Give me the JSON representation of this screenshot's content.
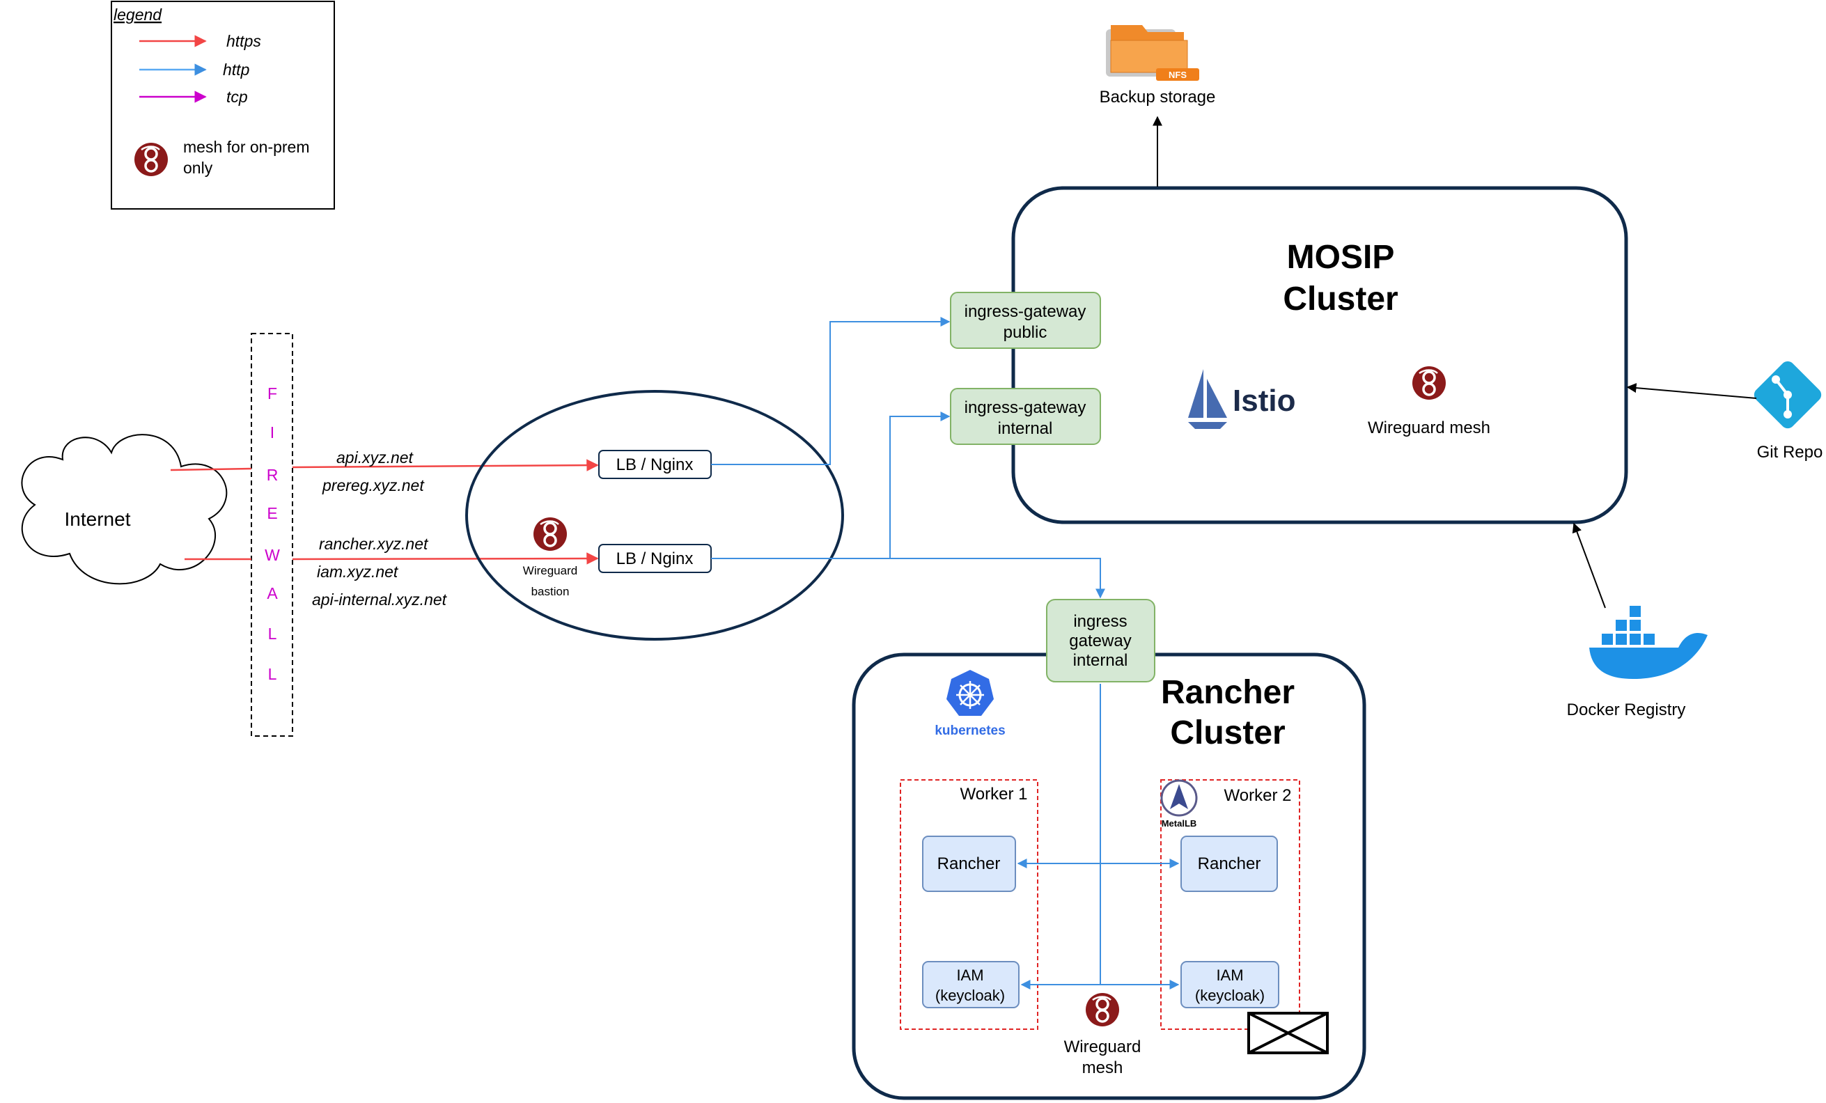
{
  "legend": {
    "title": "legend",
    "items": [
      {
        "label": "https",
        "color": "#f24545"
      },
      {
        "label": "http",
        "color": "#5aa9f2"
      },
      {
        "label": "tcp",
        "color": "#cc00cc"
      }
    ],
    "mesh_note_1": "mesh for on-prem",
    "mesh_note_2": "only"
  },
  "internet": "Internet",
  "firewall": [
    "F",
    "I",
    "R",
    "E",
    "W",
    "A",
    "L",
    "L"
  ],
  "domains_top": [
    "api.xyz.net",
    "prereg.xyz.net"
  ],
  "domains_bottom": [
    "rancher.xyz.net",
    "iam.xyz.net",
    "api-internal.xyz.net"
  ],
  "lb_label": "LB / Nginx",
  "wireguard_bastion": [
    "Wireguard",
    "bastion"
  ],
  "ingress_public": [
    "ingress-gateway",
    "public"
  ],
  "ingress_internal": [
    "ingress-gateway",
    "internal"
  ],
  "ingress_rancher": [
    "ingress",
    "gateway",
    "internal"
  ],
  "mosip": {
    "title_1": "MOSIP",
    "title_2": "Cluster",
    "istio": "Istio",
    "wireguard": "Wireguard mesh"
  },
  "backup_storage": "Backup storage",
  "nfs_badge": "NFS",
  "git_repo": "Git Repo",
  "docker_registry": "Docker Registry",
  "rancher_cluster": {
    "title_1": "Rancher",
    "title_2": "Cluster",
    "kubernetes": "kubernetes",
    "metallb": "MetalLB",
    "worker_1": "Worker 1",
    "worker_2": "Worker 2",
    "rancher": "Rancher",
    "iam_1": "IAM",
    "iam_2": "(keycloak)",
    "wireguard_1": "Wireguard",
    "wireguard_2": "mesh"
  },
  "colors": {
    "https": "#f24545",
    "http": "#5aa9f2",
    "tcp": "#cc00cc",
    "navy": "#0f2a4a",
    "green_fill": "#d5e8d4",
    "green_stroke": "#82b366",
    "blue_fill": "#dae8fc",
    "blue_stroke": "#6c8ebf",
    "wireguard": "#8b1a1a"
  }
}
